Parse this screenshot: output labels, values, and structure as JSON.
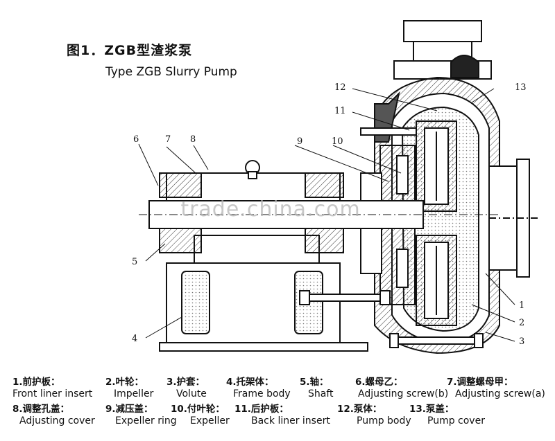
{
  "title_cn": "图1．ZGB型渣浆泵",
  "title_en": "Type ZGB Slurry Pump",
  "watermark": "trade.china.com",
  "callouts": [
    "1",
    "2",
    "3",
    "4",
    "5",
    "6",
    "7",
    "8",
    "9",
    "10",
    "11",
    "12",
    "13"
  ],
  "legend": [
    {
      "cn": "1.前护板：",
      "en": "Front liner insert"
    },
    {
      "cn": "2.叶轮：",
      "en": "Impeller"
    },
    {
      "cn": "3.护套：",
      "en": "Volute"
    },
    {
      "cn": "4.托架体：",
      "en": "Frame body"
    },
    {
      "cn": "5.轴：",
      "en": "Shaft"
    },
    {
      "cn": "6.螺母乙：",
      "en": "Adjusting screw(b)"
    },
    {
      "cn": "7.调整螺母甲：",
      "en": "Adjusting screw(a)"
    },
    {
      "cn": "8.调整孔盖：",
      "en": "Adjusting cover"
    },
    {
      "cn": "9.减压盖：",
      "en": "Expeller ring"
    },
    {
      "cn": "10.付叶轮：",
      "en": "Expeller"
    },
    {
      "cn": "11.后护板：",
      "en": "Back liner insert"
    },
    {
      "cn": "12.泵体：",
      "en": "Pump body"
    },
    {
      "cn": "13.泵盖：",
      "en": "Pump cover"
    }
  ]
}
